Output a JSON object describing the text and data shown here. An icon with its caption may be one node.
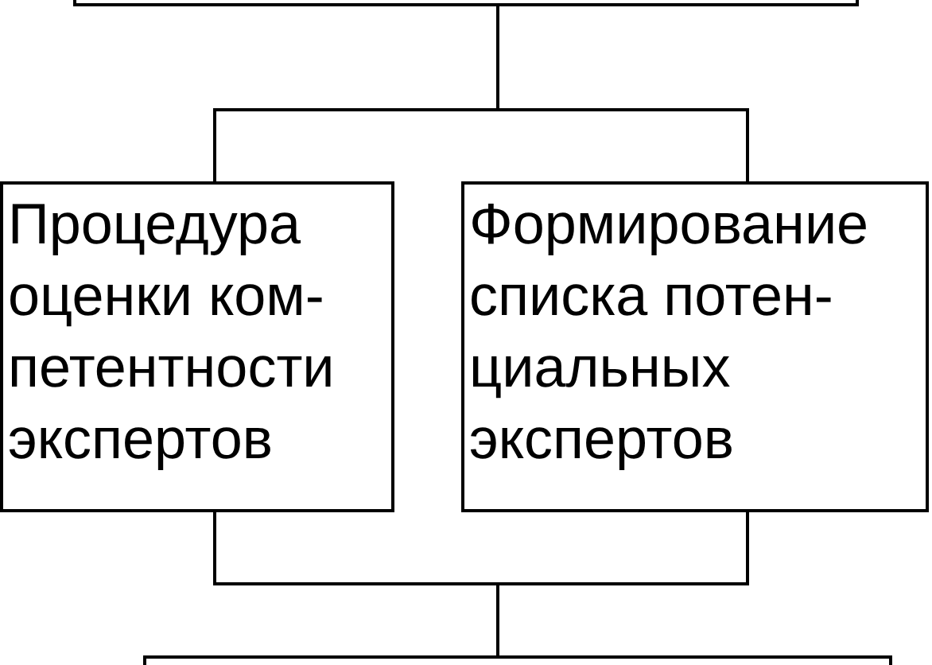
{
  "diagram": {
    "nodes": [
      {
        "text": [],
        "shape": "box"
      },
      {
        "text": [
          "Процедура оценки ком- петентности экспертов"
        ]
      },
      {
        "text": [
          "Формирование списка потен- циальных экспертов"
        ]
      },
      {
        "text": [],
        "shape": "box"
      }
    ],
    "edges": [
      {
        "from": 0,
        "to": 1,
        "arrow": "none"
      },
      {
        "from": 0,
        "to": 2,
        "arrow": "none"
      },
      {
        "from": 1,
        "to": 3,
        "arrow": "none"
      },
      {
        "from": 2,
        "to": 3,
        "arrow": "none"
      }
    ]
  }
}
